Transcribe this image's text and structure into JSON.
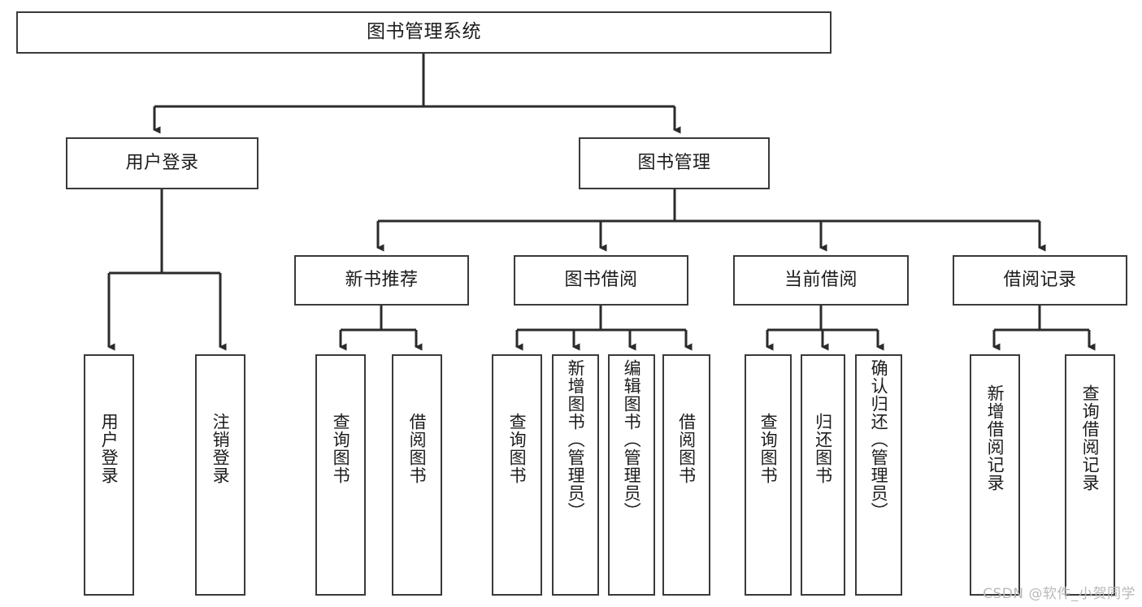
{
  "diagram": {
    "type": "tree-hierarchy",
    "title": "图书管理系统",
    "watermark": "CSDN @软件_小贺同学",
    "colors": {
      "box_border": "#3a3a3a",
      "box_fill": "#ffffff",
      "connector": "#2b2b2b",
      "text": "#1c1c1c",
      "watermark": "#b9b9b9"
    },
    "root": {
      "label": "图书管理系统",
      "level": 1
    },
    "level2": [
      {
        "label": "用户登录"
      },
      {
        "label": "图书管理"
      }
    ],
    "level3": [
      {
        "label": "新书推荐"
      },
      {
        "label": "图书借阅"
      },
      {
        "label": "当前借阅"
      },
      {
        "label": "借阅记录"
      }
    ],
    "leaves": {
      "user_login": [
        {
          "label": "用户登录"
        },
        {
          "label": "注销登录"
        }
      ],
      "new_book": [
        {
          "label": "查询图书"
        },
        {
          "label": "借阅图书"
        }
      ],
      "book_borrow": [
        {
          "label": "查询图书"
        },
        {
          "label": "新增图书（管理员）"
        },
        {
          "label": "编辑图书（管理员）"
        },
        {
          "label": "借阅图书"
        }
      ],
      "current_borrow": [
        {
          "label": "查询图书"
        },
        {
          "label": "归还图书"
        },
        {
          "label": "确认归还（管理员）"
        }
      ],
      "borrow_record": [
        {
          "label": "新增借阅记录"
        },
        {
          "label": "查询借阅记录"
        }
      ]
    }
  }
}
